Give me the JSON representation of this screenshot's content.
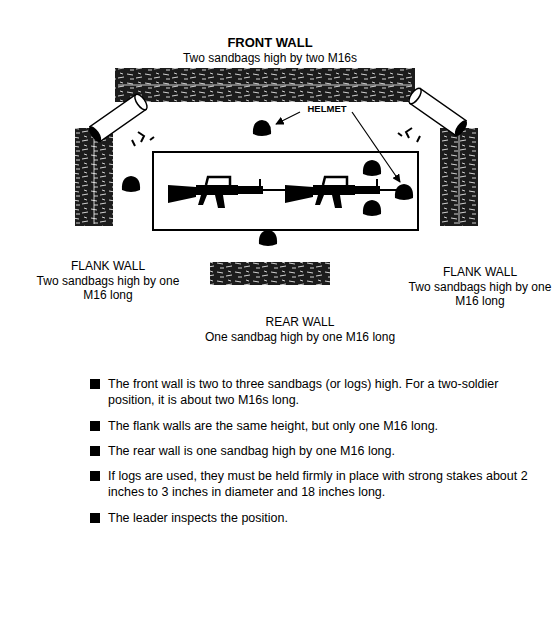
{
  "diagram": {
    "labels": [
      "FRONT WALL",
      "Two sandbags high by two M16s",
      "HELMET",
      "FLANK WALL",
      "Two sandbags high by one M16 long",
      "FLANK WALL",
      "Two sandbags high by one M16 long",
      "REAR WALL",
      "One sandbag high by one M16 long",
      "The front wall is two to three sandbags (or logs) high. For a two-soldier position, it is about two M16s long.",
      "The flank walls are the same height, but only one M16 long.",
      "The rear wall is one sandbag high by one M16 long.",
      "If logs are used, they must be held firmly in place with strong stakes about 2 inches to 3 inches in diameter and 18 inches long.",
      "The leader inspects the position."
    ]
  }
}
